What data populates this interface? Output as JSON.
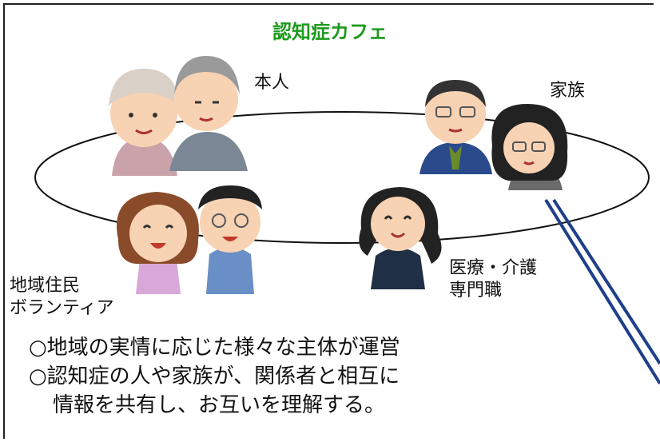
{
  "title": "認知症カフェ",
  "labels": {
    "person": "本人",
    "family": "家族",
    "residents_line1": "地域住民",
    "residents_line2": "ボランティア",
    "professional_line1": "医療・介護",
    "professional_line2": "専門職"
  },
  "bullets": [
    "○地域の実情に応じた様々な主体が運営",
    "○認知症の人や家族が、関係者と相互に",
    "情報を共有し、お互いを理解する。"
  ]
}
